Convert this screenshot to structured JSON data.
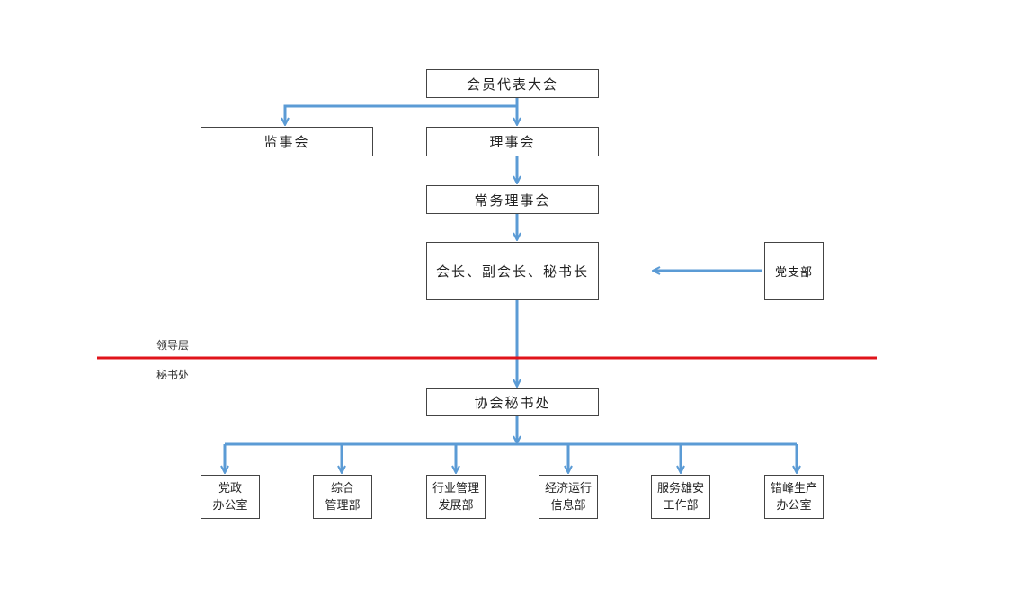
{
  "nodes": {
    "assembly": "会员代表大会",
    "supervisory": "监事会",
    "council": "理事会",
    "standing_council": "常务理事会",
    "presidents": "会长、副会长、秘书长",
    "party_branch": "党支部",
    "secretariat": "协会秘书处"
  },
  "layers": {
    "leadership": "领导层",
    "secretariat": "秘书处"
  },
  "departments": [
    {
      "line1": "党政",
      "line2": "办公室"
    },
    {
      "line1": "综合",
      "line2": "管理部"
    },
    {
      "line1": "行业管理",
      "line2": "发展部"
    },
    {
      "line1": "经济运行",
      "line2": "信息部"
    },
    {
      "line1": "服务雄安",
      "line2": "工作部"
    },
    {
      "line1": "错峰生产",
      "line2": "办公室"
    }
  ],
  "colors": {
    "arrow": "#5b9bd5",
    "divider": "#e0141b",
    "border": "#444444"
  }
}
